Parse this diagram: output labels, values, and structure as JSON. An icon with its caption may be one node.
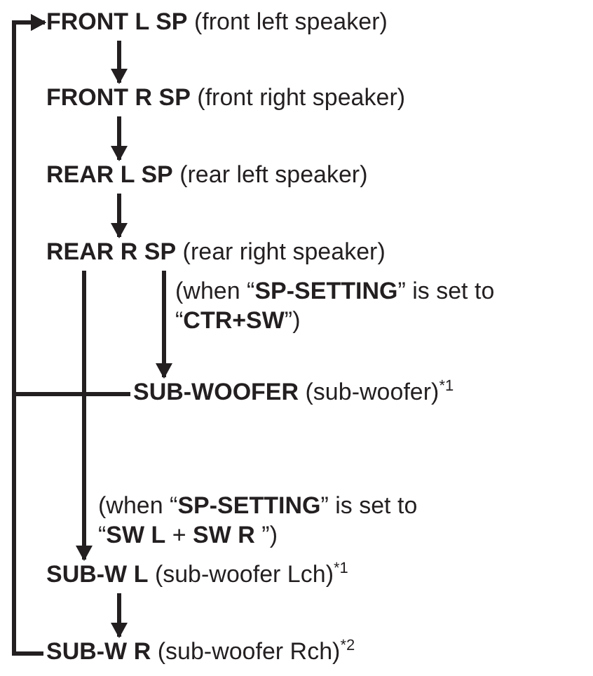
{
  "diagram": {
    "nodes": [
      {
        "text": [
          "**FRONT L SP** (front left speaker)"
        ]
      },
      {
        "text": [
          "**FRONT R SP** (front right speaker)"
        ]
      },
      {
        "text": [
          "**REAR L SP** (rear left speaker)"
        ]
      },
      {
        "text": [
          "**REAR R SP** (rear right speaker)"
        ]
      },
      {
        "text": [
          "**SUB-WOOFER** (sub-woofer)$^{*1}$"
        ]
      },
      {
        "text": [
          "**SUB-W L** (sub-woofer Lch)$^{*1}$"
        ]
      },
      {
        "text": [
          "**SUB-W R** (sub-woofer Rch)$^{*2}$"
        ]
      }
    ],
    "edges": [
      {
        "from": 0,
        "to": 1,
        "arrow": "to"
      },
      {
        "from": 1,
        "to": 2,
        "arrow": "to"
      },
      {
        "from": 2,
        "to": 3,
        "arrow": "to"
      },
      {
        "from": 3,
        "to": 4,
        "arrow": "to",
        "label": "(when “**SP-SETTING**” is set to “**CTR+SW**”)"
      },
      {
        "from": 3,
        "to": 5,
        "arrow": "to",
        "label": "(when “**SP-SETTING**” is set to “**SW L** + **SW R** ”)"
      },
      {
        "from": 5,
        "to": 6,
        "arrow": "to"
      },
      {
        "from": 4,
        "to": 0,
        "arrow": "to"
      },
      {
        "from": 6,
        "to": 0,
        "arrow": "to"
      }
    ]
  }
}
